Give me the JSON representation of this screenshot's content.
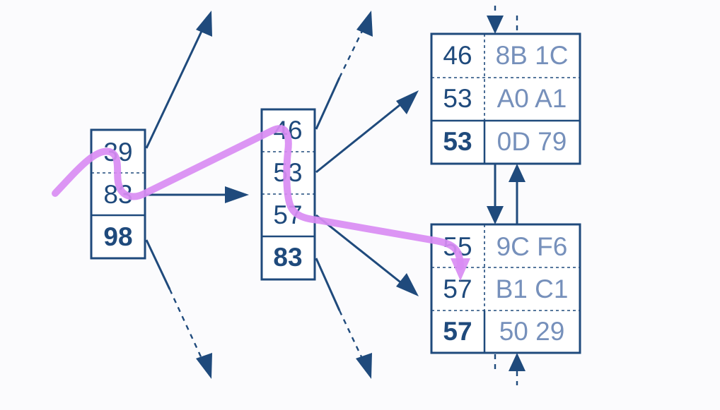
{
  "colors": {
    "node_stroke": "#1f4a7c",
    "key_text": "#1f4a7c",
    "value_text": "#7690bb",
    "search_path": "#d98cf3",
    "background": "#fbfbfd"
  },
  "root_node": {
    "keys": [
      "39",
      "83",
      "98"
    ]
  },
  "inner_node": {
    "keys": [
      "46",
      "53",
      "57",
      "83"
    ]
  },
  "leaf_top": {
    "rows": [
      {
        "key": "46",
        "value": "8B 1C"
      },
      {
        "key": "53",
        "value": "A0 A1"
      },
      {
        "key": "53",
        "value": "0D 79"
      }
    ]
  },
  "leaf_bottom": {
    "rows": [
      {
        "key": "55",
        "value": "9C F6"
      },
      {
        "key": "57",
        "value": "B1 C1"
      },
      {
        "key": "57",
        "value": "50 29"
      }
    ]
  }
}
